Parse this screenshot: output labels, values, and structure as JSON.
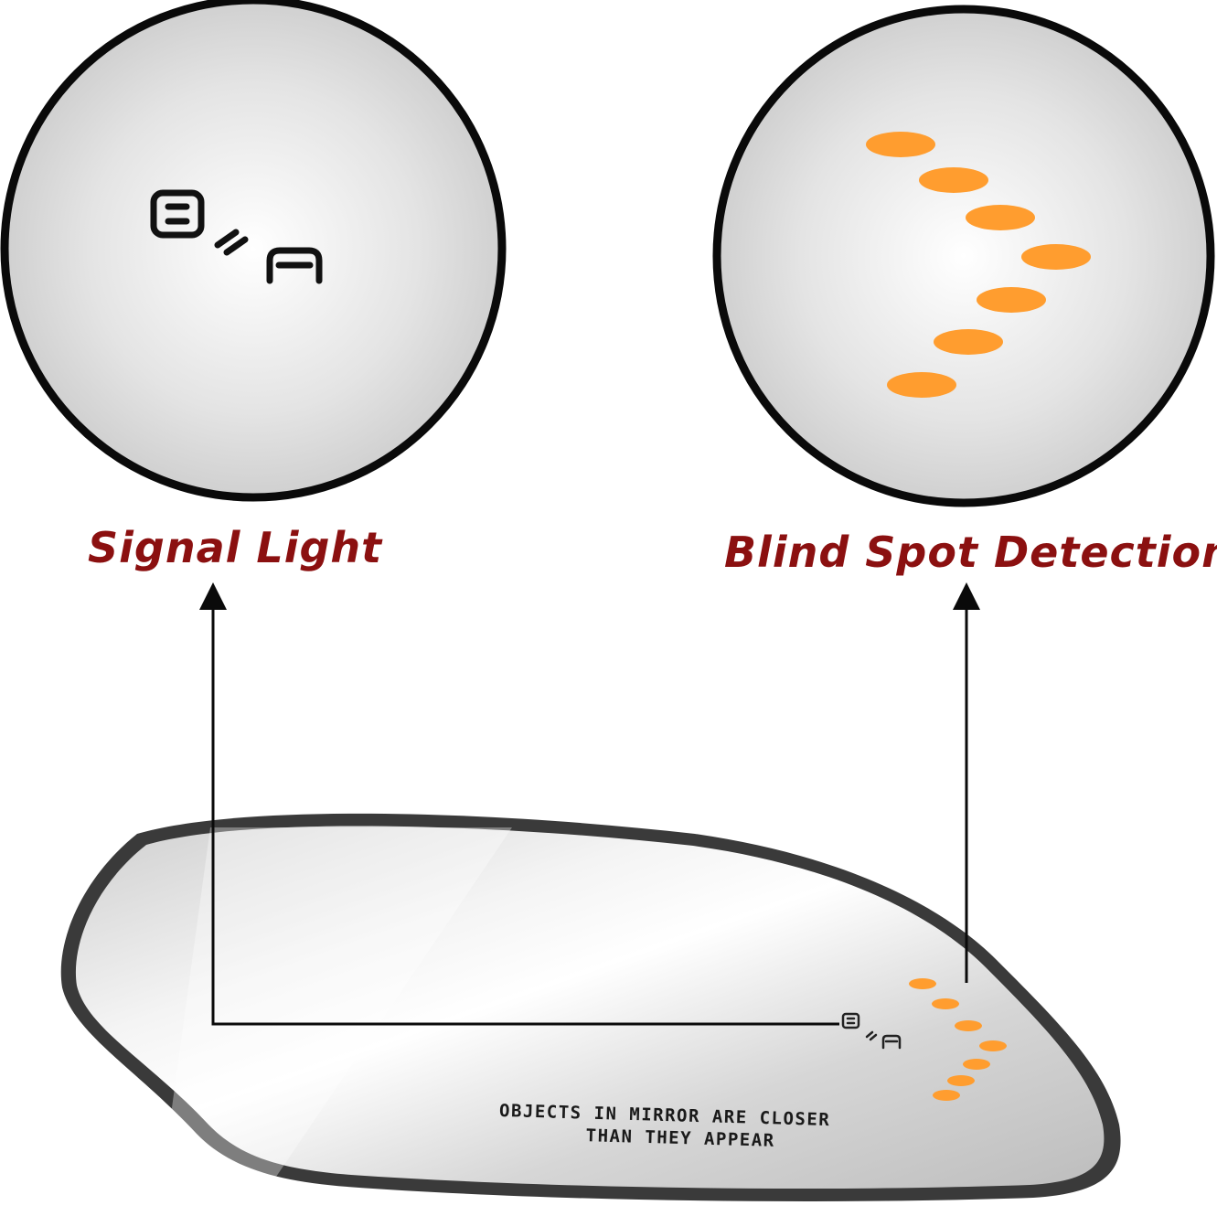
{
  "labels": {
    "signal_light": "Signal Light",
    "blind_spot_detection": "Blind Spot Detection"
  },
  "mirror_text": {
    "line1": "OBJECTS IN MIRROR ARE CLOSER",
    "line2": "THAN THEY APPEAR"
  },
  "colors": {
    "label_text": "#8b1010",
    "indicator_amber": "#ff9d2f",
    "outline": "#0a0a0a",
    "glass": "#d9d9d9",
    "backing": "#3a3a3a"
  },
  "icons": {
    "signal": "vehicle-signal-icon",
    "blind_spot": "blind-spot-chevron-icon"
  }
}
